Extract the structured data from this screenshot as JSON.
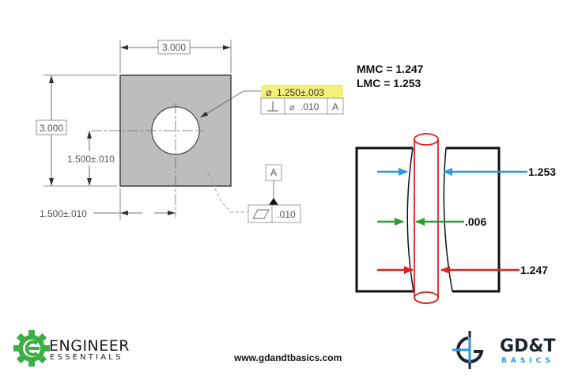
{
  "drawing": {
    "width_dim": "3.000",
    "height_dim": "3.000",
    "hole_y_dim": "1.500±.010",
    "hole_x_dim": "1.500±.010",
    "hole_callout": "1.250±.003",
    "hole_callout_symbol": "diameter-icon",
    "fcf": {
      "symbol": "perpendicularity-icon",
      "tolerance": ".010",
      "tolerance_symbol": "diameter-icon",
      "datum": "A"
    },
    "datum_label": "A",
    "flatness": {
      "symbol": "flatness-icon",
      "tolerance": ".010"
    },
    "colors": {
      "part_fill": "#bdbdbd",
      "highlight": "#f5f07a"
    }
  },
  "conditions": {
    "mmc": "MMC = 1.247",
    "lmc": "LMC = 1.253"
  },
  "section": {
    "top_label": "1.253",
    "mid_label": ".006",
    "bottom_label": "1.247",
    "colors": {
      "blue": "#2b9ad8",
      "green": "#22a32b",
      "red": "#e3201b",
      "pin": "#e3201b"
    }
  },
  "footer": {
    "left_logo_title": "ENGINEER",
    "left_logo_sub": "ESSENTIALS",
    "url": "www.gdandtbasics.com",
    "right_logo_title": "GD&T",
    "right_logo_sub": "BASICS"
  }
}
